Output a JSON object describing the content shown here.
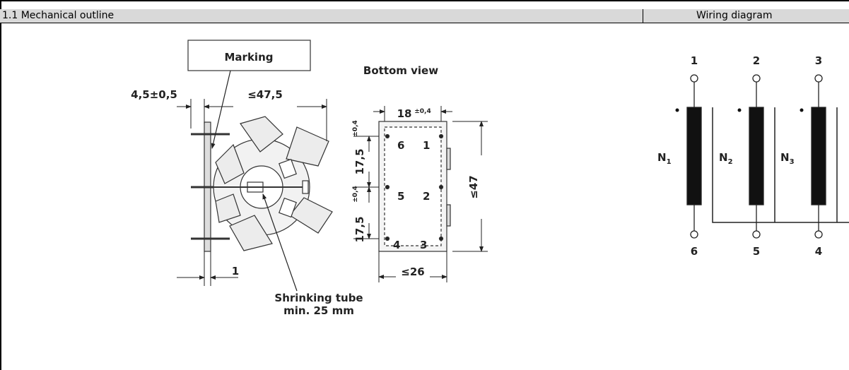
{
  "header": {
    "mechanical_title": "1.1 Mechanical outline",
    "wiring_title": "Wiring diagram"
  },
  "outline": {
    "marking_label": "Marking",
    "bottom_view_label": "Bottom view",
    "dim_left": "4,5±0,5",
    "dim_width": "≤47,5",
    "dim_pin": "1",
    "shrink_label_1": "Shrinking tube",
    "shrink_label_2": "min. 25 mm",
    "dim_18": "18",
    "dim_18_tol": "±0,4",
    "dim_pitch_top": "17,5",
    "dim_pitch_top_tol": "±0,4",
    "dim_pitch_bot": "17,5",
    "dim_pitch_bot_tol": "±0,4",
    "dim_47": "≤47",
    "dim_26": "≤26",
    "pins_left": [
      "6",
      "5",
      "4"
    ],
    "pins_right": [
      "1",
      "2",
      "3"
    ]
  },
  "wiring": {
    "top_pins": [
      "1",
      "2",
      "3"
    ],
    "bottom_pins": [
      "6",
      "5",
      "4"
    ],
    "windings": [
      {
        "label": "N",
        "sub": "1"
      },
      {
        "label": "N",
        "sub": "2"
      },
      {
        "label": "N",
        "sub": "3"
      }
    ]
  }
}
